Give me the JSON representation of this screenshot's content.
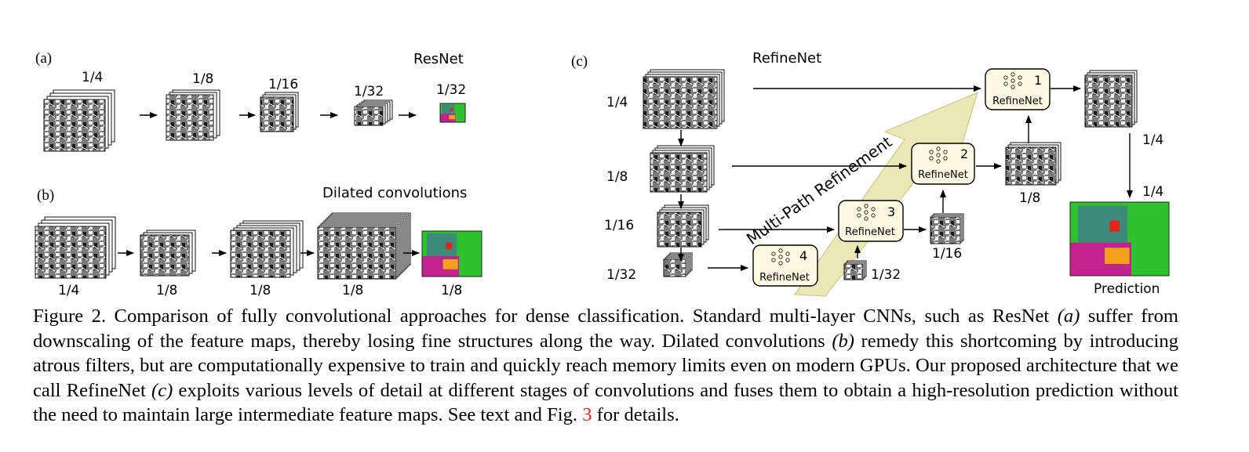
{
  "panel_a": {
    "label": "(a)",
    "title": "ResNet",
    "stage_labels": [
      "1/4",
      "1/8",
      "1/16",
      "1/32",
      "1/32"
    ]
  },
  "panel_b": {
    "label": "(b)",
    "title": "Dilated convolutions",
    "stage_labels": [
      "1/4",
      "1/8",
      "1/8",
      "1/8",
      "1/8"
    ]
  },
  "panel_c": {
    "label": "(c)",
    "title": "RefineNet",
    "input_labels": [
      "1/4",
      "1/8",
      "1/16",
      "1/32"
    ],
    "refinenet_blocks": [
      {
        "number": "1",
        "name": "RefineNet"
      },
      {
        "number": "2",
        "name": "RefineNet"
      },
      {
        "number": "3",
        "name": "RefineNet"
      },
      {
        "number": "4",
        "name": "RefineNet"
      }
    ],
    "output_labels": [
      "1/8",
      "1/16",
      "1/32"
    ],
    "top_output_label": "1/4",
    "upsampled_label": "1/4",
    "band_label": "Multi-Path Refinement",
    "prediction_label": "Prediction"
  },
  "caption": {
    "prefix": "Figure 2. Comparison of fully convolutional approaches for dense classification. Standard multi-layer CNNs, such as ResNet ",
    "ref_a": "(a)",
    "part2": " suffer from downscaling of the feature maps, thereby losing fine structures along the way. Dilated convolutions ",
    "ref_b": "(b)",
    "part3": " remedy this shortcoming by introducing atrous filters, but are computationally expensive to train and quickly reach memory limits even on modern GPUs. Our proposed architecture that we call RefineNet ",
    "ref_c": "(c)",
    "part4": " exploits various levels of detail at different stages of convolutions and fuses them to obtain a high-resolution prediction without the need to maintain large intermediate feature maps. See text and Fig. ",
    "fig_ref": "3",
    "suffix": " for details."
  },
  "colors": {
    "band_fill": "#ebe7b9",
    "band_stroke": "#c9c27a",
    "block_fill": "#fffbe3",
    "seg_green": "#2ec32e",
    "seg_magenta": "#c3238f",
    "seg_teal": "#3b8a7c",
    "seg_red": "#e3241b",
    "seg_orange": "#f0a21d",
    "ref_red": "#e0201b"
  }
}
